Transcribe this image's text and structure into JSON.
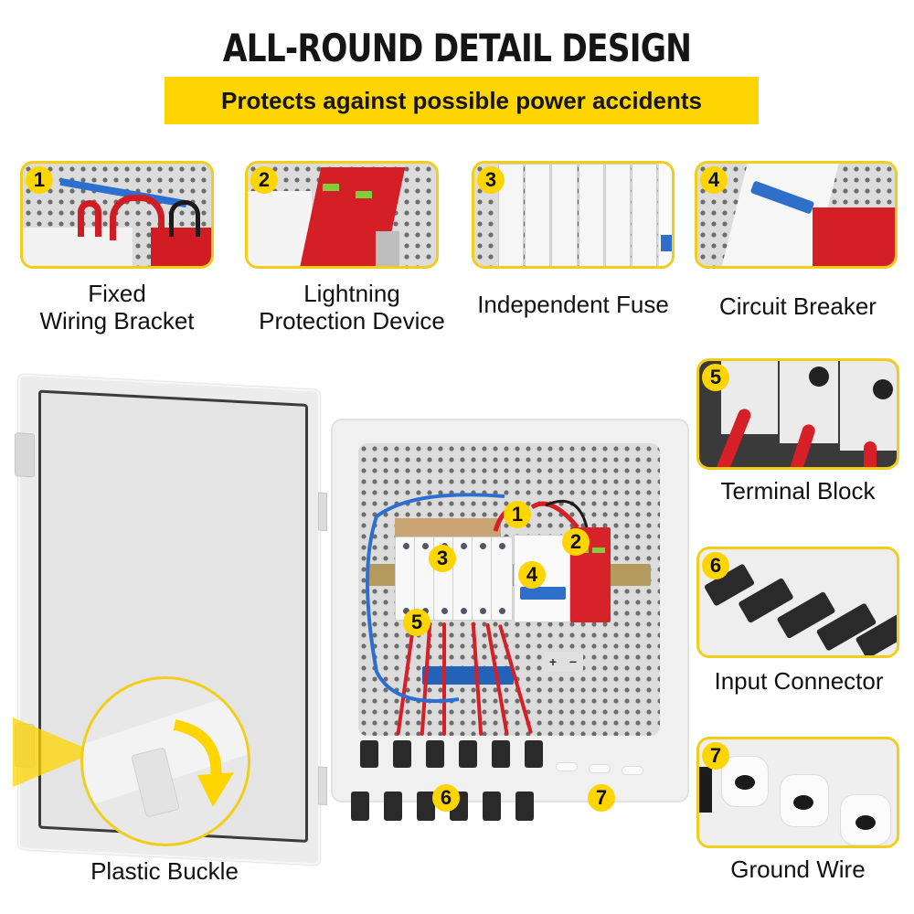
{
  "header": {
    "title": "ALL-ROUND DETAIL DESIGN",
    "subtitle": "Protects against possible power accidents"
  },
  "colors": {
    "accent_yellow": "#ffd500",
    "thumb_border": "#f2cd1a",
    "wire_red": "#d61f26",
    "wire_blue": "#2c6fd0",
    "spd_red": "#d8222a"
  },
  "features": [
    {
      "number": "1",
      "label_line1": "Fixed",
      "label_line2": "Wiring Bracket"
    },
    {
      "number": "2",
      "label_line1": "Lightning",
      "label_line2": "Protection Device"
    },
    {
      "number": "3",
      "label": "Independent Fuse"
    },
    {
      "number": "4",
      "label": "Circuit Breaker"
    },
    {
      "number": "5",
      "label": "Terminal Block"
    },
    {
      "number": "6",
      "label": "Input Connector"
    },
    {
      "number": "7",
      "label": "Ground Wire"
    }
  ],
  "buckle": {
    "label": "Plastic Buckle"
  },
  "main_box": {
    "markers": [
      "1",
      "2",
      "3",
      "4",
      "5",
      "6",
      "7"
    ],
    "polarity_plus": "+",
    "polarity_minus": "−"
  }
}
